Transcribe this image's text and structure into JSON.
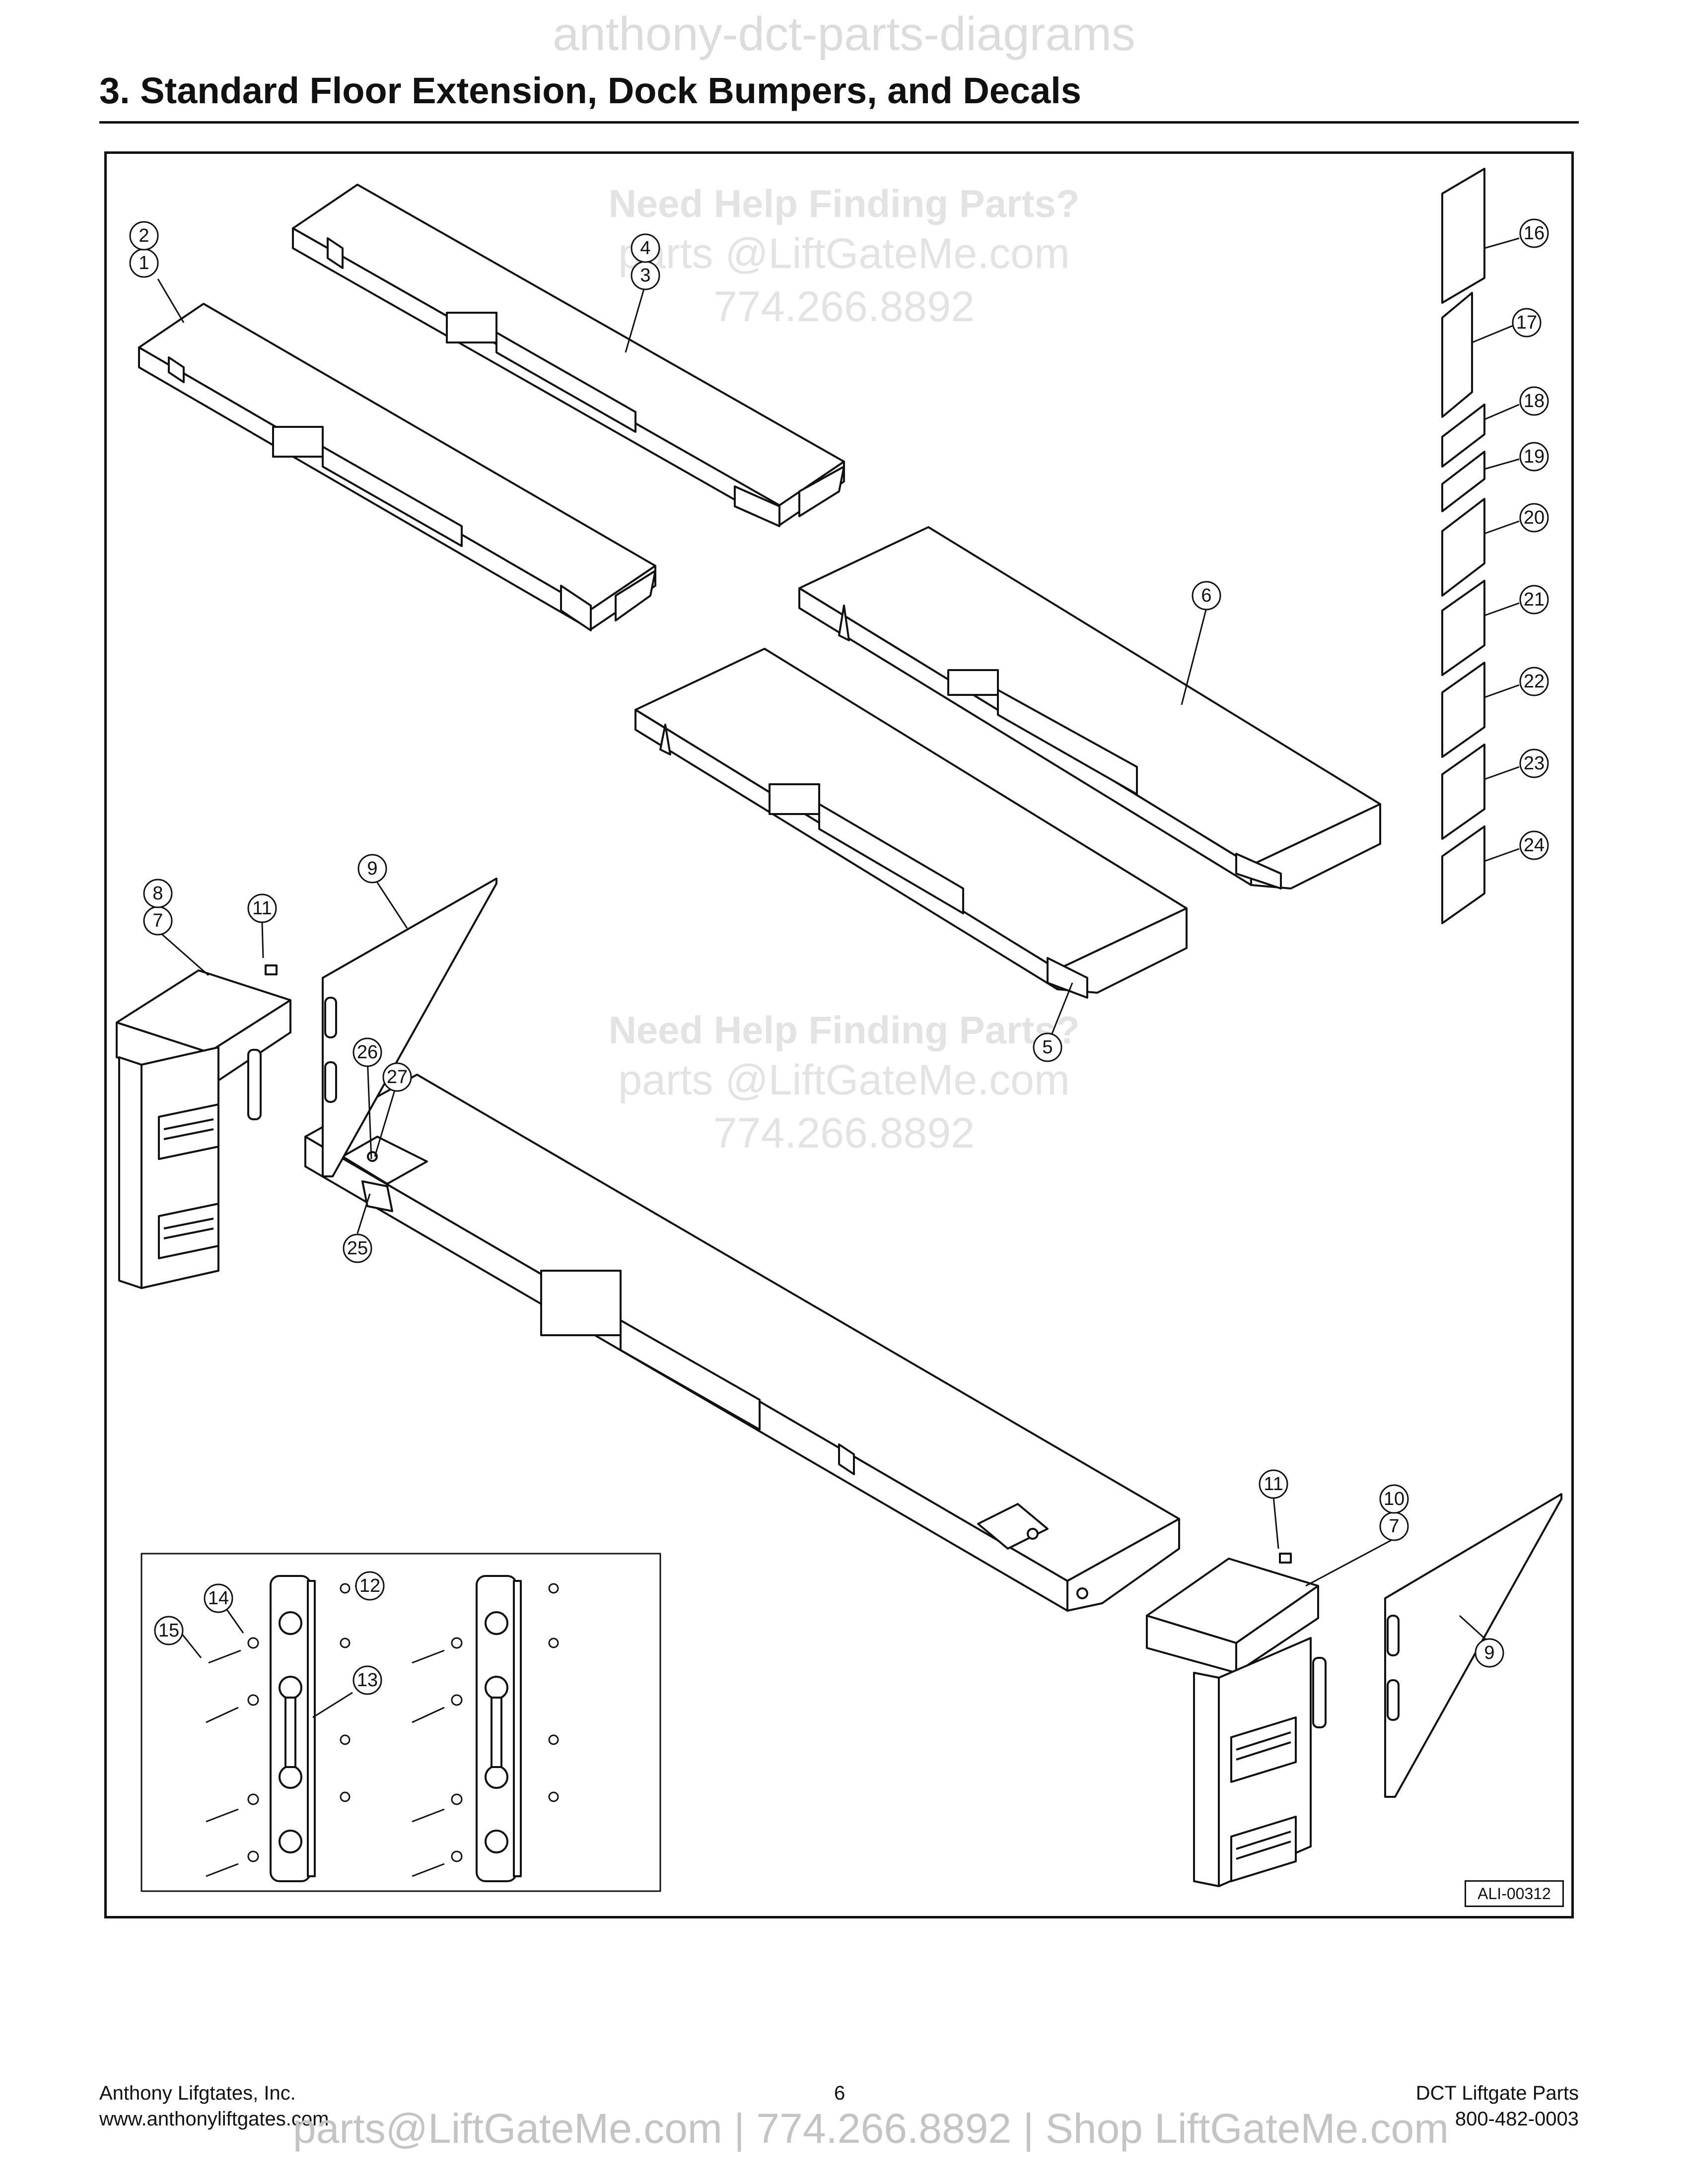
{
  "watermark_top": "anthony-dct-parts-diagrams",
  "title": "3.  Standard Floor Extension, Dock Bumpers, and Decals",
  "watermark_block": {
    "line1": "Need Help Finding Parts?",
    "line2": "parts @LiftGateMe.com",
    "line3": "774.266.8892"
  },
  "figure_id": "ALI-00312",
  "callouts": [
    "1",
    "2",
    "3",
    "4",
    "5",
    "6",
    "7",
    "7",
    "8",
    "9",
    "9",
    "10",
    "11",
    "11",
    "12",
    "13",
    "14",
    "15",
    "16",
    "17",
    "18",
    "19",
    "20",
    "21",
    "22",
    "23",
    "24",
    "25",
    "26",
    "27"
  ],
  "footer": {
    "company": "Anthony Lifgtates, Inc.",
    "website": "www.anthonyliftgates.com",
    "page_number": "6",
    "doc_title": "DCT Liftgate Parts",
    "phone": "800-482-0003",
    "watermark": "parts@LiftGateMe.com | 774.266.8892 | Shop LiftGateMe.com"
  }
}
